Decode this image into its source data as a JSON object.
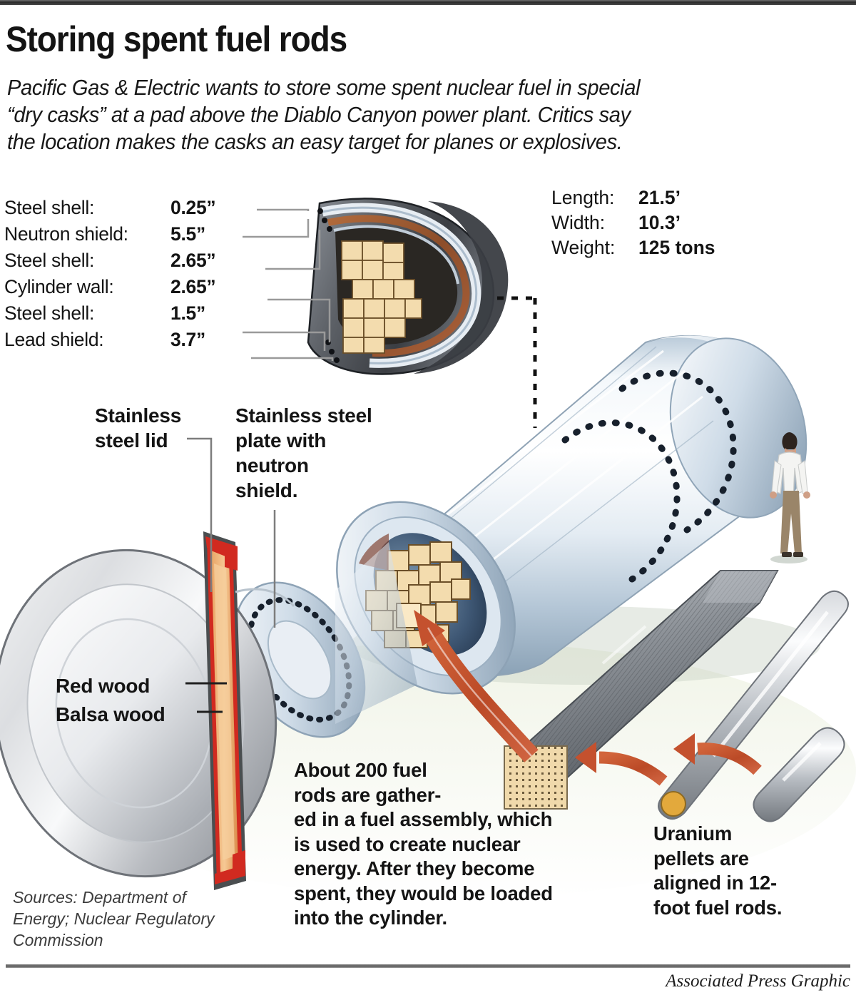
{
  "header": {
    "title": "Storing spent fuel rods",
    "subtitle_lines": [
      "Pacific Gas & Electric wants to store some spent nuclear fuel in special",
      "“dry casks” at a pad above the Diablo Canyon power plant. Critics say",
      "the location makes the casks an easy target for planes or explosives."
    ]
  },
  "specs": {
    "rows": [
      {
        "label": "Steel shell:",
        "value": "0.25”"
      },
      {
        "label": "Neutron shield:",
        "value": "5.5”"
      },
      {
        "label": "Steel shell:",
        "value": "2.65”"
      },
      {
        "label": "Cylinder wall:",
        "value": "2.65”"
      },
      {
        "label": "Steel shell:",
        "value": "1.5”"
      },
      {
        "label": "Lead shield:",
        "value": "3.7”"
      }
    ]
  },
  "dimensions": {
    "rows": [
      {
        "label": "Length:",
        "value": "21.5’"
      },
      {
        "label": "Width:",
        "value": "10.3’"
      },
      {
        "label": "Weight:",
        "value": "125 tons"
      }
    ]
  },
  "callouts": {
    "lid": [
      "Stainless",
      "steel lid"
    ],
    "plate": [
      "Stainless steel",
      "plate with",
      "neutron",
      "shield."
    ],
    "red_wood": "Red wood",
    "balsa_wood": "Balsa wood",
    "assembly": [
      "About 200 fuel",
      "rods are gather-",
      "ed in a fuel assembly, which",
      "is used to create nuclear",
      "energy. After they become",
      "spent, they would be loaded",
      "into the cylinder."
    ],
    "pellets": [
      "Uranium",
      "pellets are",
      "aligned in 12-",
      "foot fuel rods."
    ]
  },
  "footer": {
    "sources_lines": [
      "Sources: Department of",
      "Energy; Nuclear Regulatory",
      "Commission"
    ],
    "credit": "Associated Press Graphic"
  },
  "colors": {
    "steel_dark": "#5a5d62",
    "steel_light": "#d9e2ea",
    "copper": "#9c5a32",
    "fuel_tan": "#f3dcae",
    "arrow_red": "#c4512e",
    "wood_red": "#d12a20",
    "wood_balsa": "#e9a565"
  }
}
